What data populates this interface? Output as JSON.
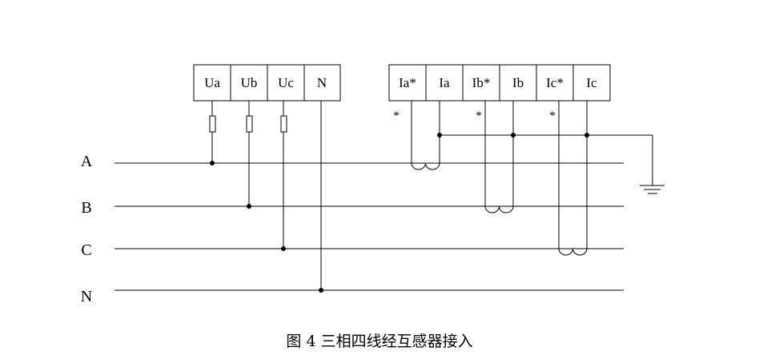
{
  "voltage_terminals": [
    "Ua",
    "Ub",
    "Uc",
    "N"
  ],
  "current_terminals": [
    "Ia*",
    "Ia",
    "Ib*",
    "Ib",
    "Ic*",
    "Ic"
  ],
  "polarity_mark": "*",
  "phase_lines": [
    "A",
    "B",
    "C",
    "N"
  ],
  "caption": "图 4  三相四线经互感器接入",
  "colors": {
    "line": "#000000",
    "background": "#ffffff"
  }
}
